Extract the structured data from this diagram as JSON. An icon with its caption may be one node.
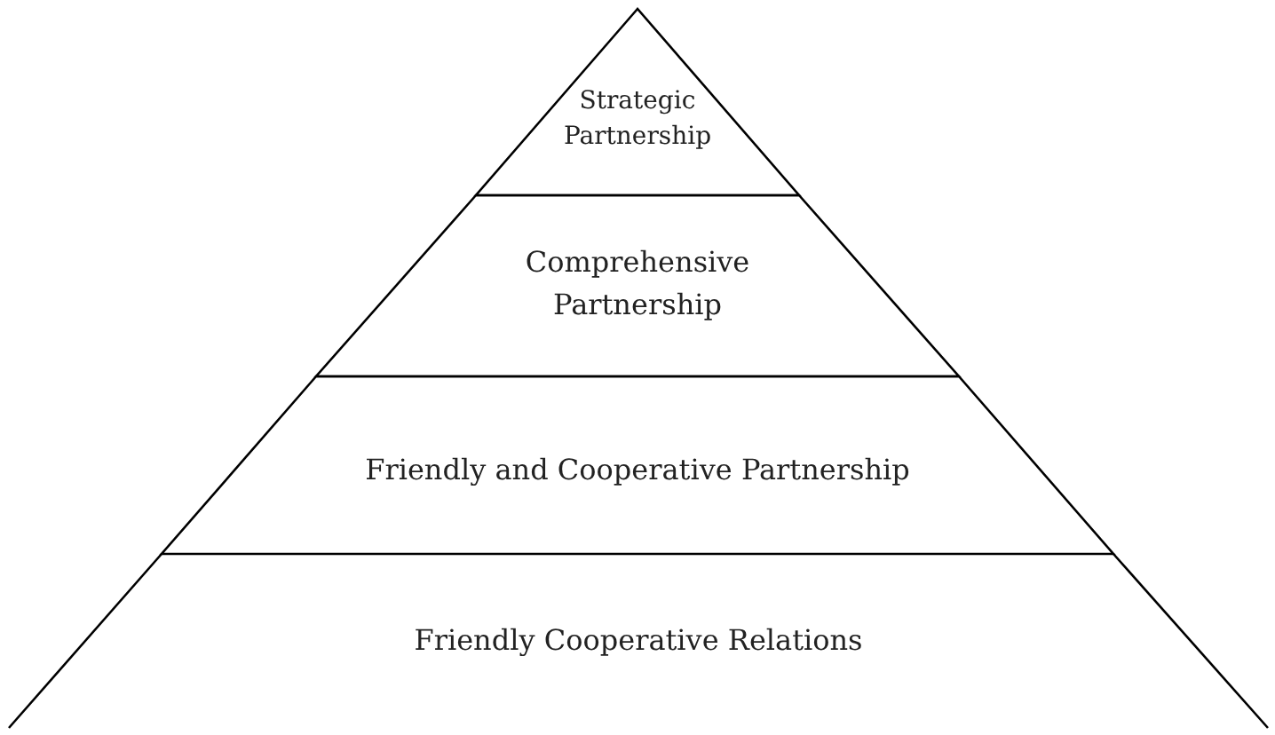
{
  "diagram": {
    "nodes": [
      {
        "text": [
          "Strategic Partnership"
        ]
      },
      {
        "text": [
          "Comprehensive Partnership"
        ]
      },
      {
        "text": [
          "Friendly and Cooperative Partnership"
        ]
      },
      {
        "text": [
          "Friendly Cooperative Relations"
        ]
      }
    ]
  }
}
